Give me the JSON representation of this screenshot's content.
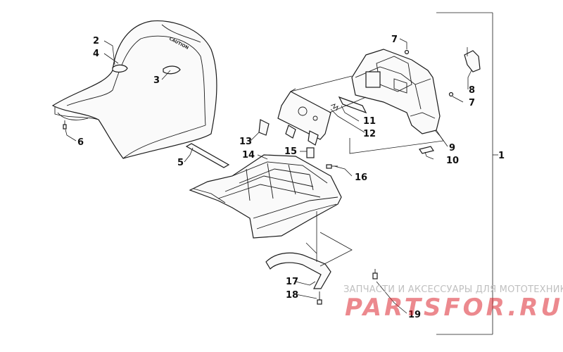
{
  "diagram": {
    "callouts": {
      "c1": "1",
      "c2": "2",
      "c3": "3",
      "c4": "4",
      "c5": "5",
      "c6": "6",
      "c7a": "7",
      "c7b": "7",
      "c8": "8",
      "c9": "9",
      "c10": "10",
      "c11": "11",
      "c12": "12",
      "c13": "13",
      "c14": "14",
      "c15": "15",
      "c16": "16",
      "c17": "17",
      "c18": "18",
      "c19": "19"
    },
    "seat_print": "CAUTION"
  },
  "watermark": {
    "caption": "ЗАПЧАСТИ И АКСЕССУАРЫ ДЛЯ МОТОТЕХНИКИ",
    "logo": "PARTSFOR.RU"
  }
}
